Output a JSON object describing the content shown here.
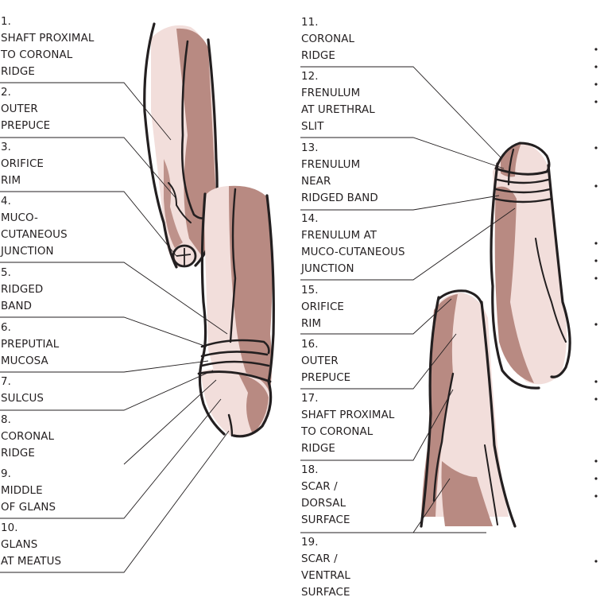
{
  "left_labels": [
    {
      "number": "1.",
      "lines": [
        "SHAFT PROXIMAL",
        "TO CORONAL",
        "RIDGE"
      ]
    },
    {
      "number": "2.",
      "lines": [
        "OUTER",
        "PREPUCE"
      ]
    },
    {
      "number": "3.",
      "lines": [
        "ORIFICE",
        "RIM"
      ]
    },
    {
      "number": "4.",
      "lines": [
        "MUCO-",
        "CUTANEOUS",
        "JUNCTION"
      ]
    },
    {
      "number": "5.",
      "lines": [
        "RIDGED",
        "BAND"
      ]
    },
    {
      "number": "6.",
      "lines": [
        "PREPUTIAL",
        "MUCOSA"
      ]
    },
    {
      "number": "7.",
      "lines": [
        "SULCUS"
      ]
    },
    {
      "number": "8.",
      "lines": [
        "CORONAL",
        "RIDGE"
      ]
    },
    {
      "number": "9.",
      "lines": [
        "MIDDLE",
        "OF GLANS"
      ]
    },
    {
      "number": "10.",
      "lines": [
        "GLANS",
        "AT MEATUS"
      ]
    }
  ],
  "right_labels": [
    {
      "number": "11.",
      "lines": [
        "CORONAL",
        "RIDGE"
      ]
    },
    {
      "number": "12.",
      "lines": [
        "FRENULUM",
        "AT URETHRAL",
        "SLIT"
      ]
    },
    {
      "number": "13.",
      "lines": [
        "FRENULUM",
        "NEAR",
        "RIDGED BAND"
      ]
    },
    {
      "number": "14.",
      "lines": [
        "FRENULUM AT",
        "MUCO-CUTANEOUS",
        "JUNCTION"
      ]
    },
    {
      "number": "15.",
      "lines": [
        "ORIFICE",
        "RIM"
      ]
    },
    {
      "number": "16.",
      "lines": [
        "OUTER",
        "PREPUCE"
      ]
    },
    {
      "number": "17.",
      "lines": [
        "SHAFT PROXIMAL",
        "TO CORONAL",
        "RIDGE"
      ]
    },
    {
      "number": "18.",
      "lines": [
        "SCAR /",
        "DORSAL",
        "SURFACE"
      ]
    },
    {
      "number": "19.",
      "lines": [
        "SCAR /",
        "VENTRAL",
        "SURFACE"
      ]
    }
  ],
  "colors": {
    "skin_dark": "#b88a82",
    "skin_light": "#f2dedb",
    "outline": "#231f20",
    "text": "#231f20"
  }
}
